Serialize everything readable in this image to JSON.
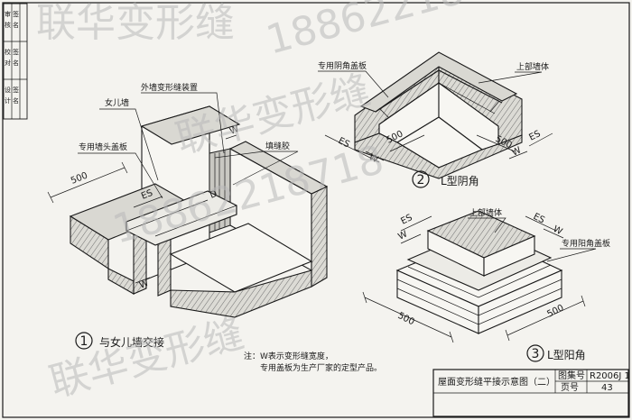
{
  "sidebar": {
    "row1": [
      "审",
      "核",
      "签",
      "名"
    ],
    "row2": [
      "校",
      "对",
      "签",
      "名"
    ],
    "row3": [
      "设",
      "计",
      "签",
      "名"
    ]
  },
  "fig1": {
    "labels": {
      "parapet": "女儿墙",
      "joint_device": "外墙变形缝装置",
      "cap_plate": "专用墙头盖板",
      "filler": "填缝胶"
    },
    "dims": {
      "len": "500",
      "es": "ES",
      "w": "W",
      "w2": "W",
      "d": "D"
    },
    "caption_no": "1",
    "caption": "与女儿墙交接"
  },
  "fig2": {
    "labels": {
      "cover": "专用阴角盖板",
      "wall": "上部墙体"
    },
    "dims": {
      "es_l": "ES",
      "w_l": "W",
      "len_l": "500",
      "len_r": "500",
      "w_r": "W",
      "es_r": "ES"
    },
    "caption_no": "2",
    "caption": "L型阴角"
  },
  "fig3": {
    "labels": {
      "wall": "上部墙体",
      "cover": "专用阳角盖板"
    },
    "dims": {
      "es_l": "ES",
      "w_l": "W",
      "es_r": "ES",
      "w_r": "W",
      "len_l": "500",
      "len_r": "500"
    },
    "caption_no": "3",
    "caption": "L型阳角"
  },
  "notes": {
    "line1": "注：W表示变形缝宽度，",
    "line2": "专用盖板为生产厂家的定型产品。"
  },
  "title_block": {
    "title": "屋面变形缝平接示意图（二）",
    "atlas_label": "图集号",
    "atlas_no": "R2006J 1",
    "page_label": "页号",
    "page_no": "43"
  },
  "watermark": [
    "联华变形缝",
    "18862218718",
    "联华变形缝",
    "18862218718",
    "联华变形缝"
  ]
}
